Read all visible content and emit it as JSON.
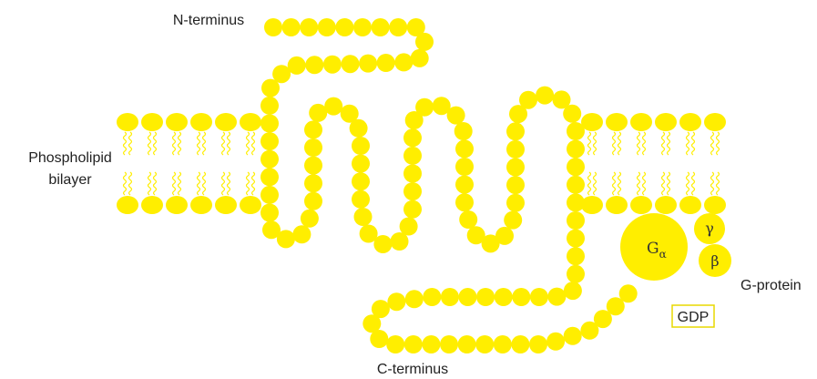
{
  "labels": {
    "n_terminus": "N-terminus",
    "c_terminus": "C-terminus",
    "bilayer_line1": "Phospholipid",
    "bilayer_line2": "bilayer",
    "g_protein": "G-protein",
    "gdp": "GDP"
  },
  "subunits": {
    "alpha_base": "G",
    "alpha_sub": "α",
    "beta": "β",
    "gamma": "γ"
  },
  "colors": {
    "residue": "#ffee00",
    "gdp_border": "#e8d800",
    "text": "#222222"
  }
}
